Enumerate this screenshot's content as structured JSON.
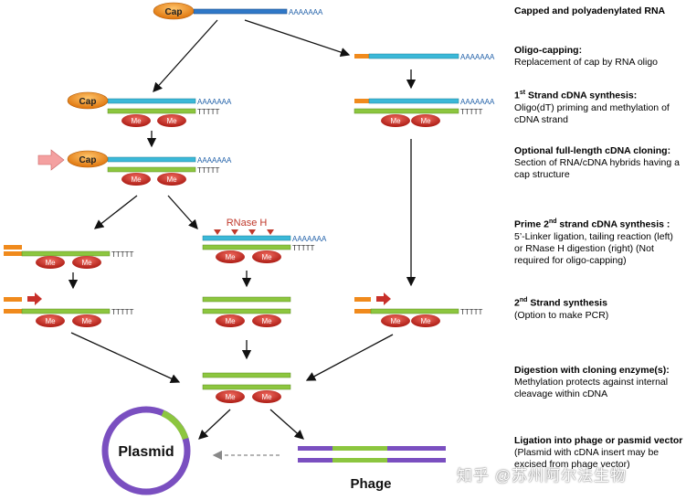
{
  "labels": {
    "cap": "Cap",
    "me": "Me",
    "poly_a": "AAAAAAA",
    "poly_t": "TTTTT",
    "rnase_h": "RNase H",
    "plasmid": "Plasmid",
    "phage": "Phage"
  },
  "steps": [
    {
      "title": "Capped  and  polyadenylated RNA",
      "desc": ""
    },
    {
      "title": "Oligo-capping:",
      "desc": "Replacement of cap by RNA oligo"
    },
    {
      "title_pre": "1",
      "title_sup": "st",
      "title_post": " Strand cDNA synthesis:",
      "desc": "Oligo(dT) priming and methylation of cDNA strand"
    },
    {
      "title": "Optional full-length cDNA cloning:",
      "desc": "Section of RNA/cDNA hybrids having a cap structure"
    },
    {
      "title_pre": "Prime 2",
      "title_sup": "nd",
      "title_post": " strand cDNA synthesis :",
      "desc": "5’-Linker ligation, tailing reaction (left) or RNase H digestion (right) (Not required for oligo-capping)"
    },
    {
      "title_pre": "2",
      "title_sup": "nd",
      "title_post": " Strand synthesis",
      "desc": "(Option to make PCR)"
    },
    {
      "title": "Digestion with cloning enzyme(s):",
      "desc": "Methylation protects against internal cleavage within cDNA"
    },
    {
      "title": "Ligation into phage or pasmid vector",
      "desc": "(Plasmid with cDNA insert may be excised from phage vector)"
    }
  ],
  "watermark": "知乎 @苏州阿尔法生物",
  "colors": {
    "rna_blue": "#2f78c8",
    "rna_cyan": "#3bb8d8",
    "cdna_green": "#8cc63f",
    "cap_orange": "#f08a1c",
    "me_red": "#c8302a",
    "arrow_pink": "#f4a0a0",
    "rnase_red": "#c0392b",
    "vector_purple": "#7a4fc0",
    "poly_blue": "#1f5fa8"
  }
}
